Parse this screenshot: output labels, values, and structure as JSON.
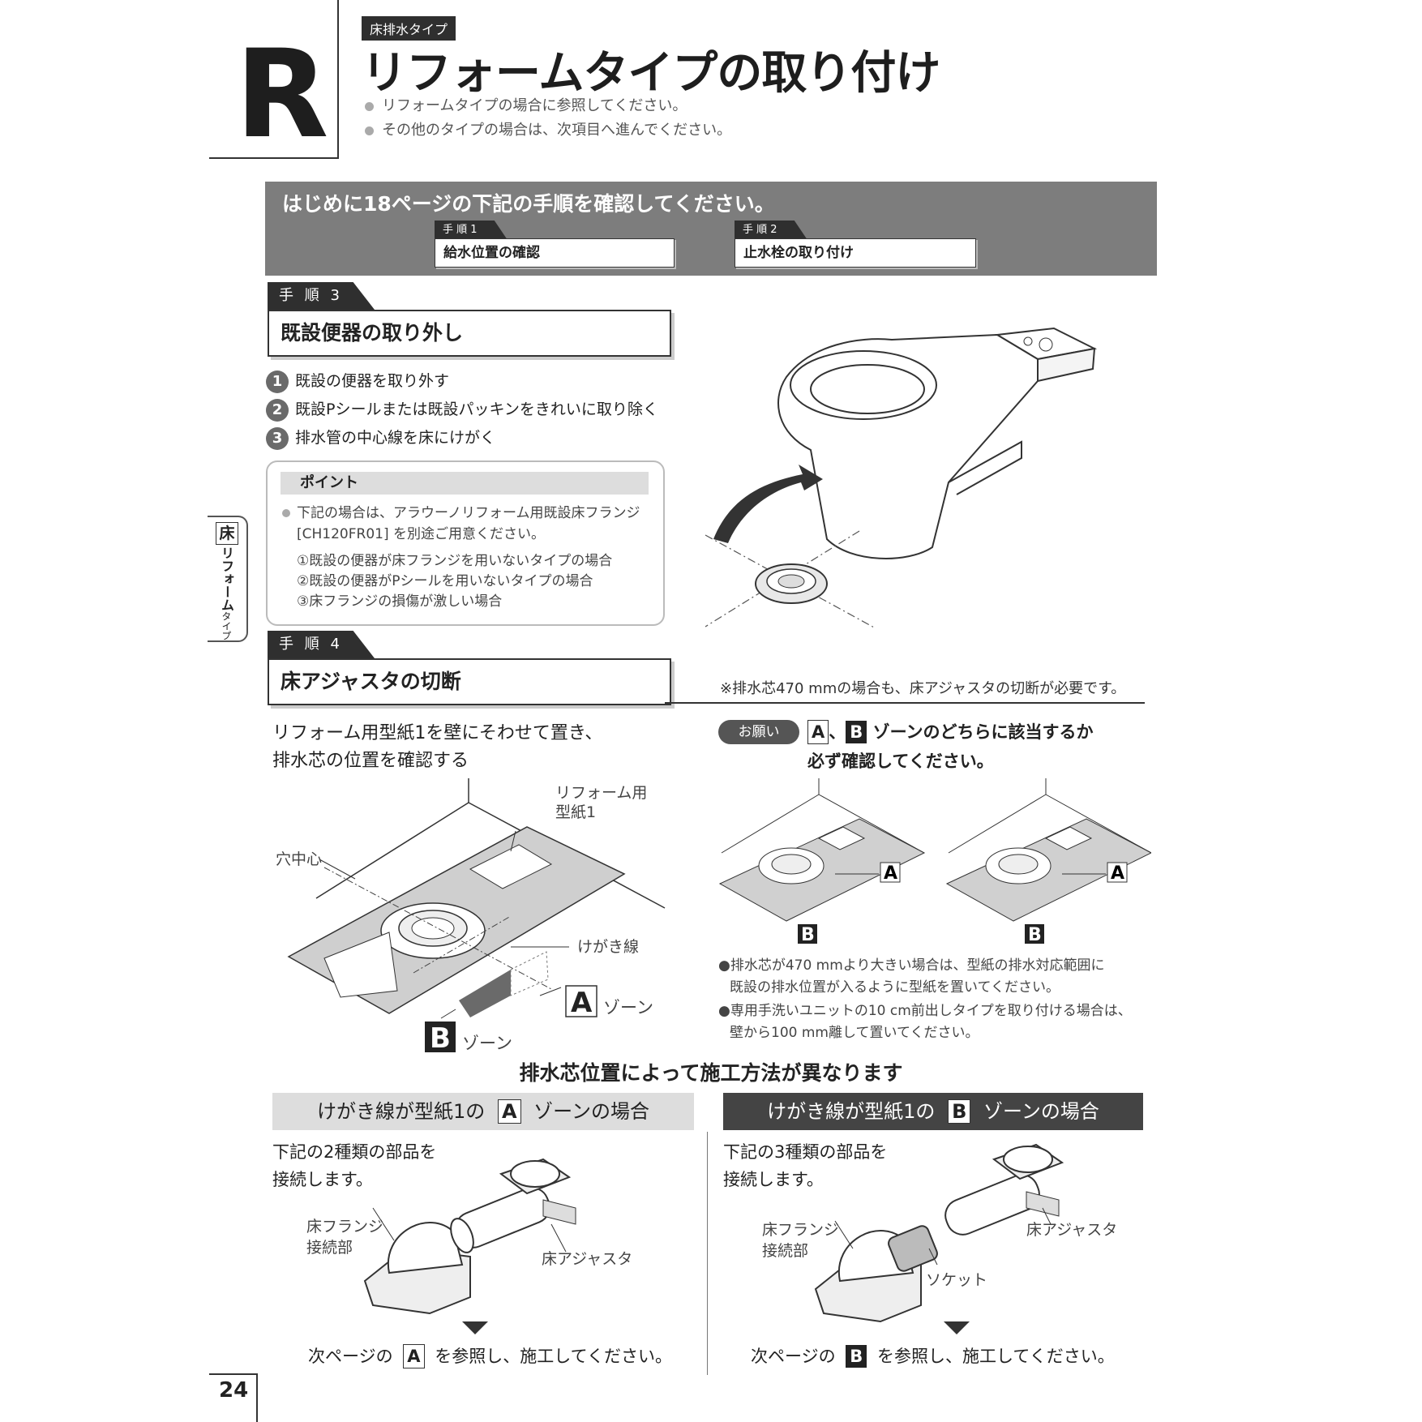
{
  "header": {
    "letter": "R",
    "category_tag": "床排水タイプ",
    "title": "リフォームタイプの取り付け",
    "bullets": [
      "リフォームタイプの場合に参照してください。",
      "その他のタイプの場合は、次項目へ進んでください。"
    ]
  },
  "banner": {
    "title": "はじめに18ページの下記の手順を確認してください。",
    "steps": [
      {
        "tab": "手 順 1",
        "label": "給水位置の確認"
      },
      {
        "tab": "手 順 2",
        "label": "止水栓の取り付け"
      }
    ]
  },
  "step3": {
    "tab": "手 順 3",
    "title": "既設便器の取り外し",
    "items": [
      {
        "num": "1",
        "text": "既設の便器を取り外す"
      },
      {
        "num": "2",
        "text": "既設Pシールまたは既設パッキンをきれいに取り除く"
      },
      {
        "num": "3",
        "text": "排水管の中心線を床にけがく"
      }
    ],
    "point": {
      "heading": "ポイント",
      "line1": "下記の場合は、アラウーノリフォーム用既設床フランジ",
      "line2": "[CH120FR01] を別途ご用意ください。",
      "cases": [
        "①既設の便器が床フランジを用いないタイプの場合",
        "②既設の便器がPシールを用いないタイプの場合",
        "③床フランジの損傷が激しい場合"
      ]
    }
  },
  "side_tab": {
    "kanji": "床",
    "label": "リフォーム",
    "small": "タイプ"
  },
  "step4": {
    "tab": "手 順 4",
    "title": "床アジャスタの切断",
    "note": "※排水芯470 mmの場合も、床アジャスタの切断が必要です。",
    "lead_line1": "リフォーム用型紙1を壁にそわせて置き、",
    "lead_line2": "排水芯の位置を確認する",
    "labels": {
      "template_line1": "リフォーム用",
      "template_line2": "型紙1",
      "hole_center": "穴中心",
      "scribe_line": "けがき線",
      "zone_A": "A",
      "zone_B": "B",
      "zone_word": "ゾーン"
    },
    "request": {
      "badge": "お願い",
      "text1_mid": "、",
      "text1_tail": "ゾーンのどちらに該当するか",
      "text2": "必ず確認してください。"
    },
    "notes": [
      {
        "line1": "●排水芯が470 mmより大きい場合は、型紙の排水対応範囲に",
        "line2": "既設の排水位置が入るように型紙を置いてください。"
      },
      {
        "line1": "●専用手洗いユニットの10 cm前出しタイプを取り付ける場合は、",
        "line2": "壁から100 mm離して置いてください。"
      }
    ]
  },
  "method_heading": "排水芯位置によって施工方法が異なります",
  "zoneA": {
    "head_pre": "けがき線が型紙1の",
    "letter": "A",
    "head_post": "ゾーンの場合",
    "intro_line1": "下記の2種類の部品を",
    "intro_line2": "接続します。",
    "part_flange_line1": "床フランジ",
    "part_flange_line2": "接続部",
    "part_adjuster": "床アジャスタ",
    "ref_pre": "次ページの",
    "ref_post": "を参照し、施工してください。"
  },
  "zoneB": {
    "head_pre": "けがき線が型紙1の",
    "letter": "B",
    "head_post": "ゾーンの場合",
    "intro_line1": "下記の3種類の部品を",
    "intro_line2": "接続します。",
    "part_flange_line1": "床フランジ",
    "part_flange_line2": "接続部",
    "part_socket": "ソケット",
    "part_adjuster": "床アジャスタ",
    "ref_pre": "次ページの",
    "ref_post": "を参照し、施工してください。"
  },
  "page_number": "24"
}
